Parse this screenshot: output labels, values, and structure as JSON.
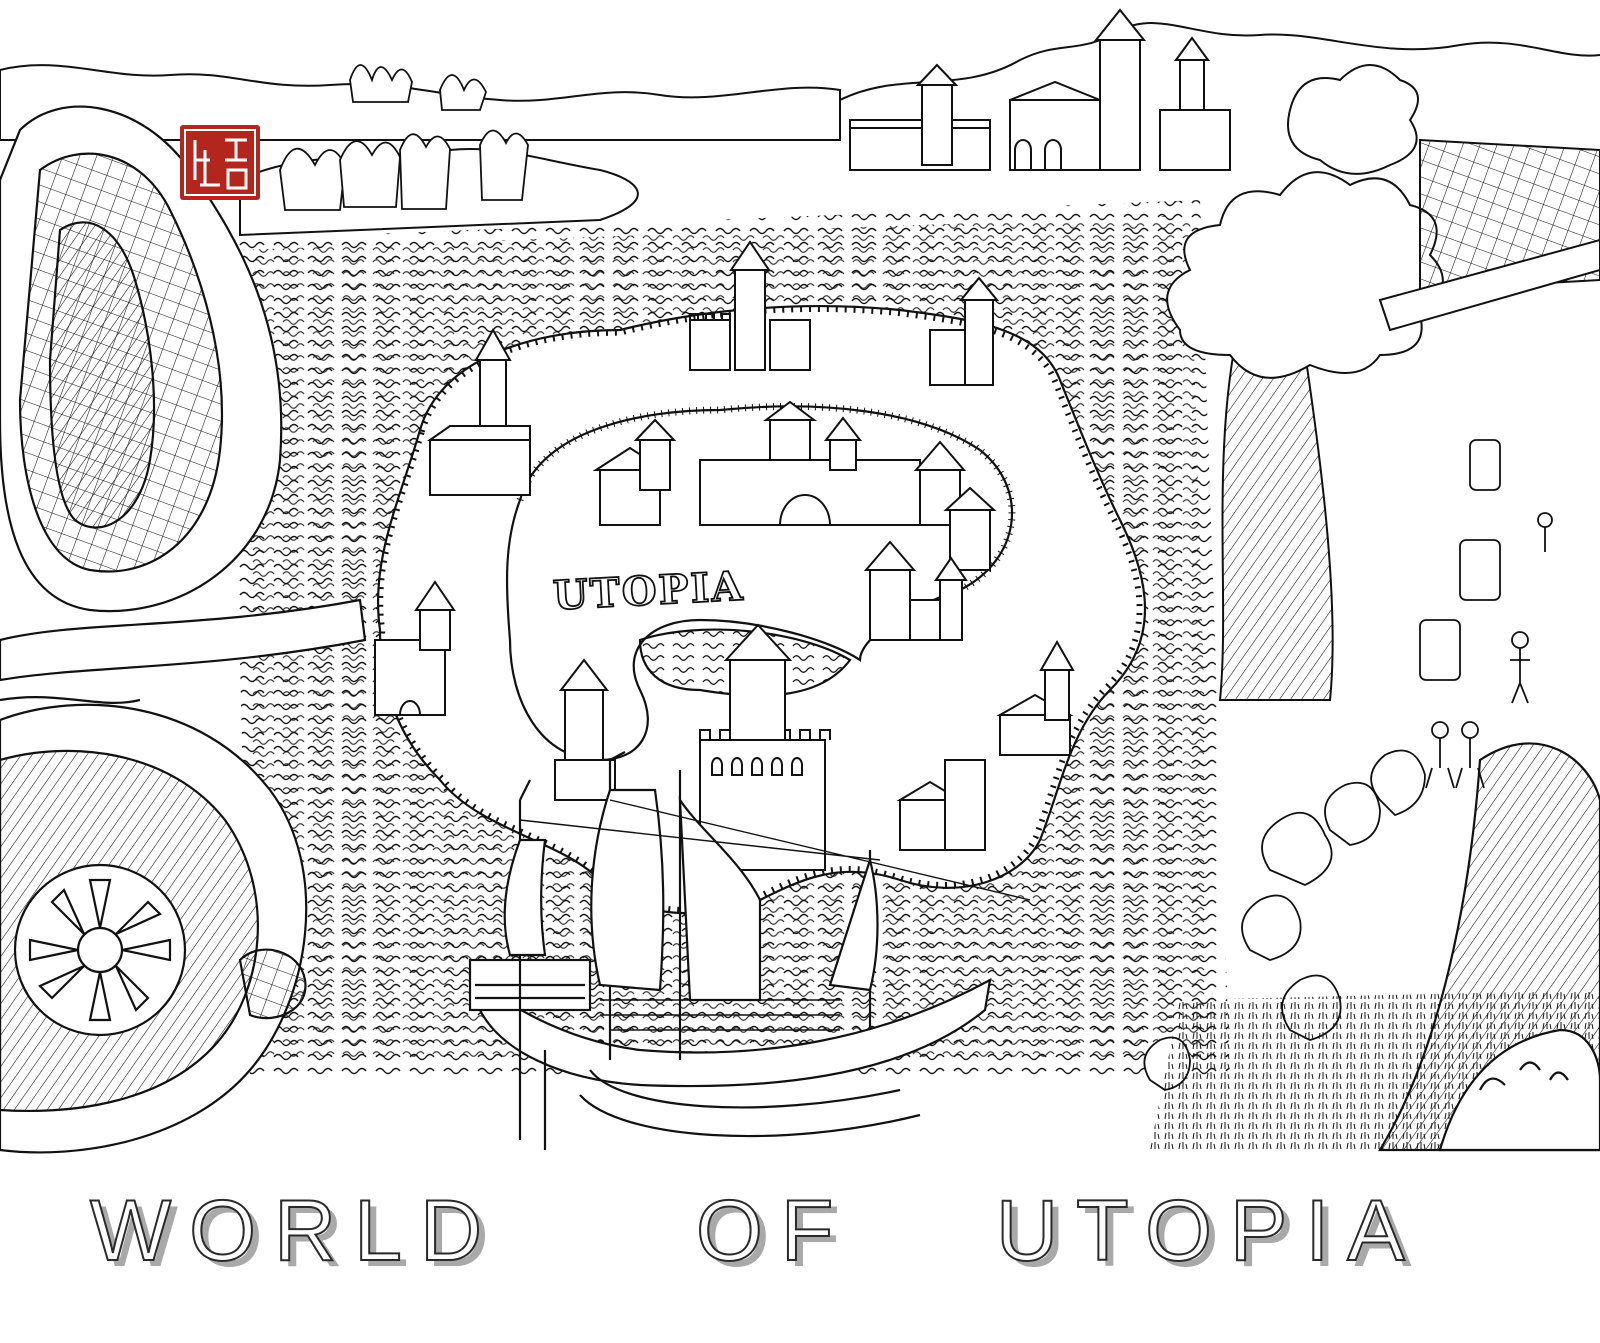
{
  "illustration": {
    "island_label": "UTOPIA",
    "seal_text": "",
    "ink_color": "#111111",
    "paper_color": "#ffffff",
    "seal_color": "#b3261e"
  },
  "banner": {
    "title_words": [
      "WORLD",
      "OF",
      "UTOPIA"
    ],
    "title_fill": "#ffffff",
    "title_stroke": "#2a2a2a",
    "title_shadow": "#a9a9a9"
  }
}
